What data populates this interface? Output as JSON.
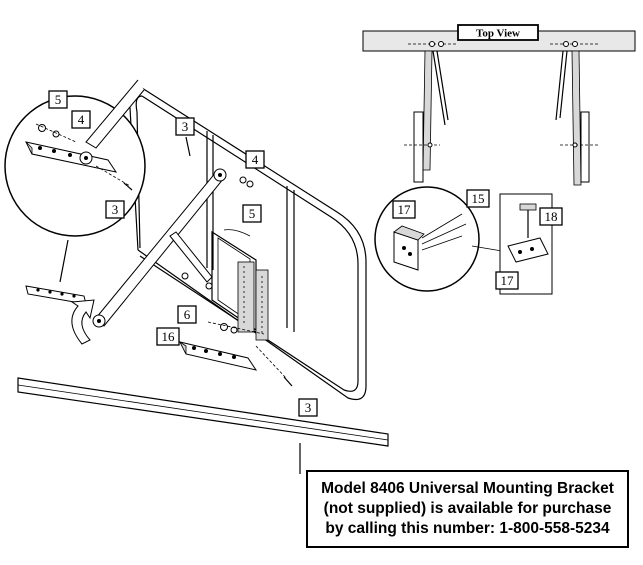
{
  "top_view": {
    "label": "Top View"
  },
  "callouts": {
    "c5_detail": "5",
    "c4_detail": "4",
    "c3_detail": "3",
    "c3_top": "3",
    "c4_mid": "4",
    "c5_mid": "5",
    "c6": "6",
    "c16": "16",
    "c3_bottom": "3",
    "c17_left": "17",
    "c15": "15",
    "c18": "18",
    "c17_right": "17"
  },
  "note": {
    "line1": "Model 8406 Universal Mounting Bracket",
    "line2": "(not supplied) is available for purchase",
    "line3": "by calling this number:  1-800-558-5234"
  }
}
